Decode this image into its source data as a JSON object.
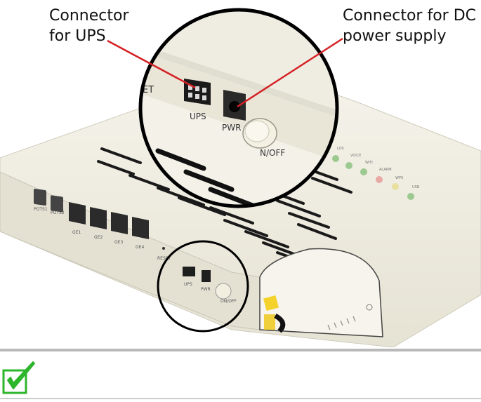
{
  "callouts": {
    "ups_connector": "Connector\nfor UPS",
    "dc_connector": "Connector for DC\npower supply"
  },
  "device": {
    "port_labels": {
      "pots1": "POTS1",
      "pots2": "POTS2",
      "ge1": "GE1",
      "ge2": "GE2",
      "ge3": "GE3",
      "ge4": "GE4",
      "reset": "RESET",
      "ups": "UPS",
      "pwr": "PWR",
      "onoff": "ON/OFF"
    },
    "zoom_labels": {
      "ups": "UPS",
      "pwr": "PWR",
      "onoff": "N/OFF",
      "et": "ET"
    },
    "led_labels": [
      "LOS",
      "VOICE",
      "WIFI",
      "ALARM",
      "WPS",
      "USB"
    ]
  },
  "colors": {
    "device_body": "#efede2",
    "device_shade": "#d8d6c8",
    "leader_line": "#d42024",
    "outline": "#000000",
    "check_green": "#2db52b",
    "led_green": "#9cc98f",
    "led_red": "#e9a9a4",
    "led_yellow": "#e9e0a0"
  },
  "note": {
    "icon": "green-check-icon"
  }
}
